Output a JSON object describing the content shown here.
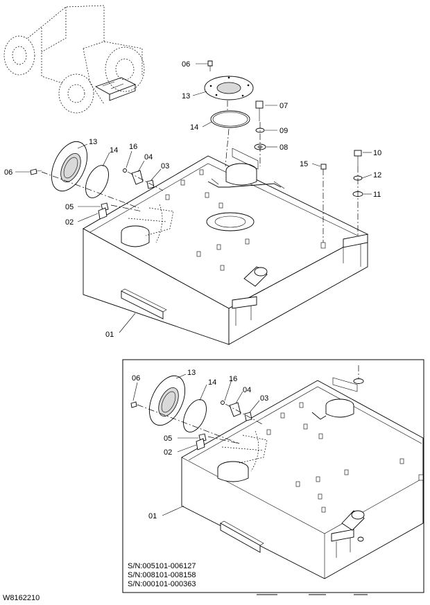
{
  "diagram_code": "W8162210",
  "callouts_top": {
    "c06a": "06",
    "c13a": "13",
    "c14a": "14",
    "c07": "07",
    "c09": "09",
    "c08": "08",
    "c06b": "06",
    "c13b": "13",
    "c14b": "14",
    "c16": "16",
    "c04": "04",
    "c03": "03",
    "c05": "05",
    "c02": "02",
    "c15": "15",
    "c10": "10",
    "c12": "12",
    "c11": "11",
    "c01": "01"
  },
  "callouts_inset": {
    "c06": "06",
    "c13": "13",
    "c14": "14",
    "c16": "16",
    "c04": "04",
    "c03": "03",
    "c05": "05",
    "c02": "02",
    "c01": "01"
  },
  "serial_numbers": [
    "S/N:005101-006127",
    "S/N:008101-008158",
    "S/N:000101-000363"
  ]
}
